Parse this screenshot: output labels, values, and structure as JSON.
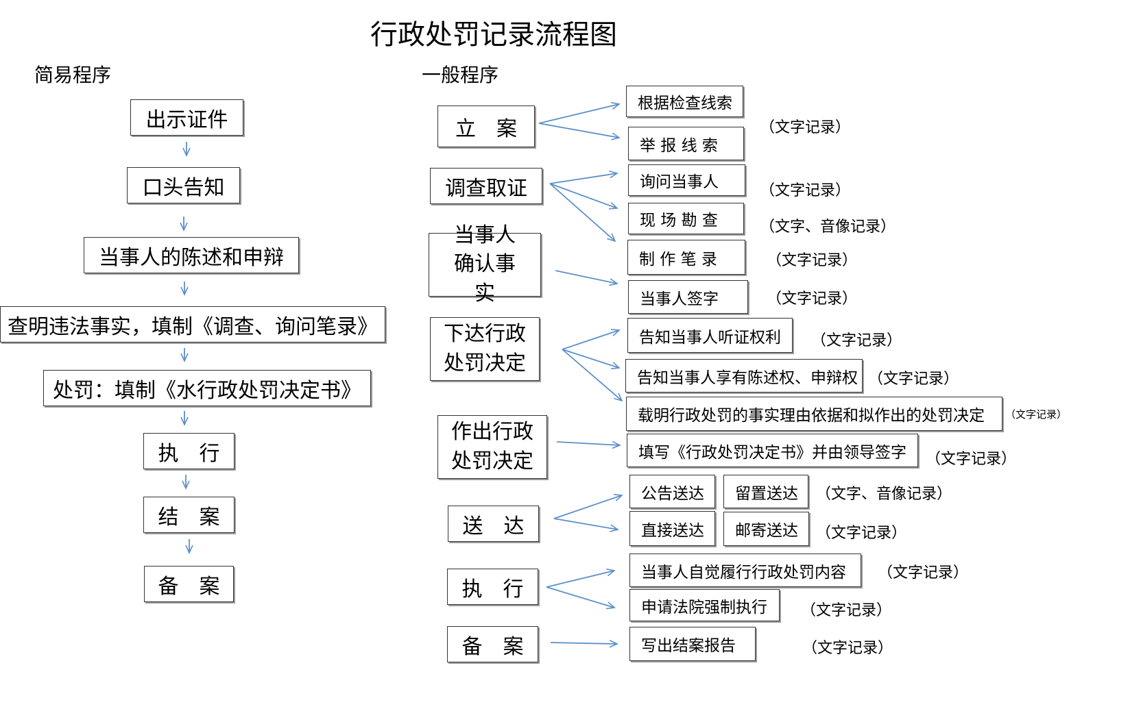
{
  "title": "行政处罚记录流程图",
  "simple": {
    "heading": "简易程序",
    "steps": [
      "出示证件",
      "口头告知",
      "当事人的陈述和申辩",
      "查明违法事实，填制《调查、询问笔录》",
      "处罚：填制《水行政处罚决定书》",
      "执　行",
      "结　案",
      "备　案"
    ]
  },
  "general": {
    "heading": "一般程序",
    "stages": [
      {
        "label": "立　案",
        "items": [
          "根据检查线索",
          "举 报 线 索"
        ],
        "notes": [
          "（文字记录）"
        ]
      },
      {
        "label": "调查取证",
        "items": [
          "询问当事人",
          "现 场 勘 查",
          "制 作 笔 录"
        ],
        "notes": [
          "（文字记录）",
          "（文字、音像记录）",
          "（文字记录）"
        ]
      },
      {
        "label": "当事人确认事实",
        "items": [
          "当事人签字"
        ],
        "notes": [
          "（文字记录）"
        ]
      },
      {
        "label": "下达行政处罚决定",
        "items": [
          "告知当事人听证权利",
          "告知当事人享有陈述权、申辩权",
          "载明行政处罚的事实理由依据和拟作出的处罚决定"
        ],
        "notes": [
          "（文字记录）",
          "（文字记录）",
          "（文字记录）"
        ]
      },
      {
        "label": "作出行政处罚决定",
        "items": [
          "填写《行政处罚决定书》并由领导签字"
        ],
        "notes": [
          "（文字记录）"
        ]
      },
      {
        "label": "送　达",
        "items": [
          "公告送达",
          "留置送达",
          "直接送达",
          "邮寄送达"
        ],
        "notes": [
          "（文字、音像记录）",
          "（文字记录）"
        ]
      },
      {
        "label": "执　行",
        "items": [
          "当事人自觉履行行政处罚内容",
          "申请法院强制执行"
        ],
        "notes": [
          "（文字记录）",
          "（文字记录）"
        ]
      },
      {
        "label": "备　案",
        "items": [
          "写出结案报告"
        ],
        "notes": [
          "（文字记录）"
        ]
      }
    ]
  },
  "colors": {
    "arrow": "#5b8fc9",
    "border": "#333333",
    "shadow": "#9a9a9a"
  }
}
